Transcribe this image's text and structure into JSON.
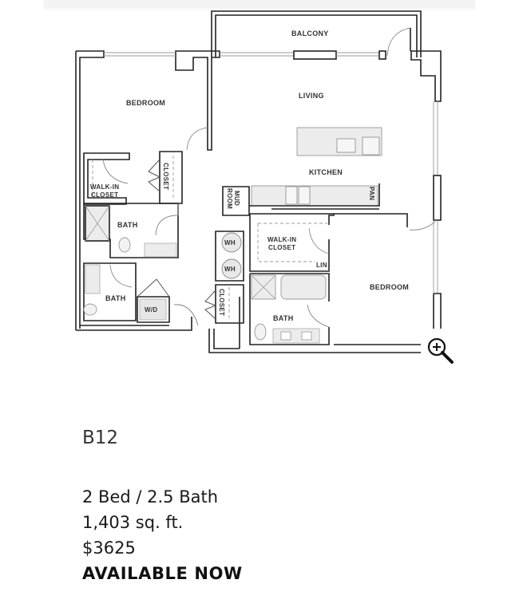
{
  "floorplan": {
    "rooms": {
      "balcony": "BALCONY",
      "living": "LIVING",
      "bedroom_1": "BEDROOM",
      "bedroom_2": "BEDROOM",
      "kitchen": "KITCHEN",
      "walk_in_closet_1": "WALK-IN\nCLOSET",
      "walk_in_closet_2": "WALK-IN\nCLOSET",
      "closet_1": "CLOSET",
      "closet_2": "CLOSET",
      "bath_1": "BATH",
      "bath_2": "BATH",
      "bath_3": "BATH",
      "mud_room": "MUD\nROOM",
      "pantry": "PAN",
      "linen": "LIN",
      "washer_dryer": "W/D",
      "water_heater_1": "WH",
      "water_heater_2": "WH"
    },
    "zoom_icon": "zoom-in-icon"
  },
  "unit": {
    "name": "B12",
    "beds_baths": "2 Bed / 2.5 Bath",
    "area": "1,403 sq. ft.",
    "price": "$3625",
    "availability": "AVAILABLE NOW"
  },
  "colors": {
    "wall": "#222222",
    "fixture_fill": "#e6e6e6",
    "text": "#1a1a1a"
  }
}
